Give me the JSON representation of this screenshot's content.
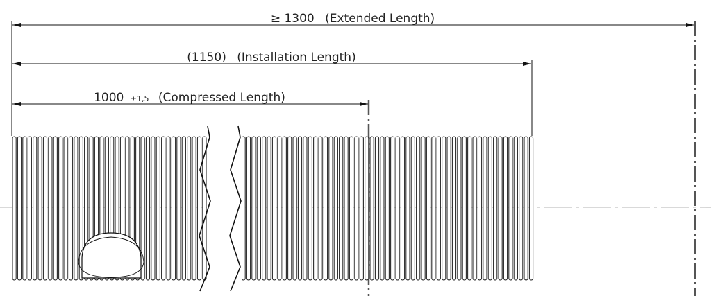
{
  "dimensions": {
    "extended": {
      "value": "≥ 1300",
      "label": "(Extended Length)"
    },
    "installation": {
      "value": "(1150)",
      "label": "(Installation Length)"
    },
    "compressed": {
      "value": "1000",
      "tolerance": "±1,5",
      "label": "(Compressed Length)"
    }
  },
  "colors": {
    "line": "#111111",
    "rib": "#2a2a2a",
    "centerline": "#9a9a9a"
  },
  "icons": [
    "arrow-left-icon",
    "arrow-right-icon",
    "break-symbol-icon"
  ]
}
